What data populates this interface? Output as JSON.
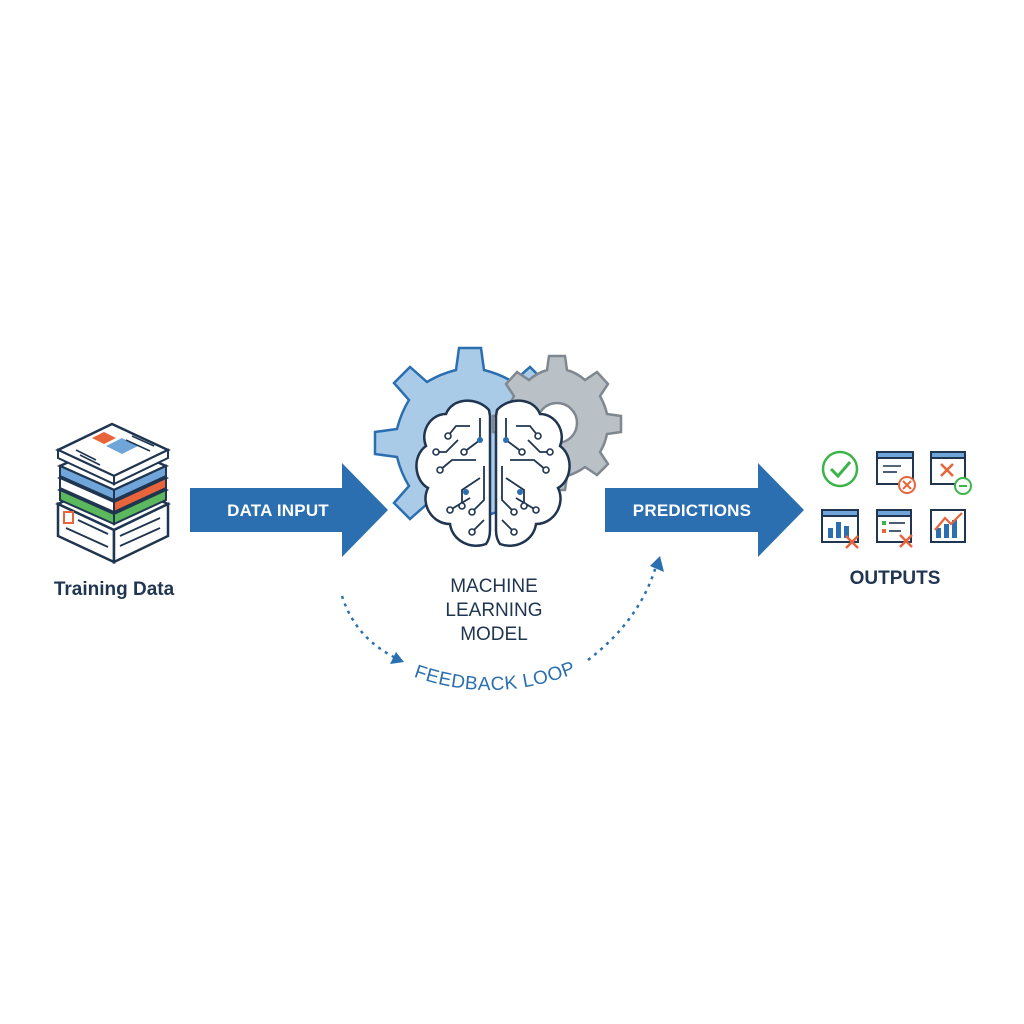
{
  "diagram": {
    "training_data": {
      "label": "Training Data",
      "icon": "stacked-documents-icon"
    },
    "data_input": {
      "label": "DATA INPUT"
    },
    "model": {
      "line1": "MACHINE",
      "line2": "LEARNING",
      "line3": "MODEL",
      "icon": "brain-gears-icon"
    },
    "predictions": {
      "label": "PREDICTIONS"
    },
    "outputs": {
      "label": "OUTPUTS"
    },
    "feedback": {
      "label": "FEEDBACK LOOP"
    }
  },
  "colors": {
    "arrow_blue": "#2b6fb1",
    "gear_blue": "#a9cbe8",
    "gear_gray": "#9aa3ab",
    "text_dark": "#1f3550",
    "feedback_blue": "#2a6fb0",
    "ok_green": "#3bb54a",
    "error_orange": "#e8643a"
  }
}
